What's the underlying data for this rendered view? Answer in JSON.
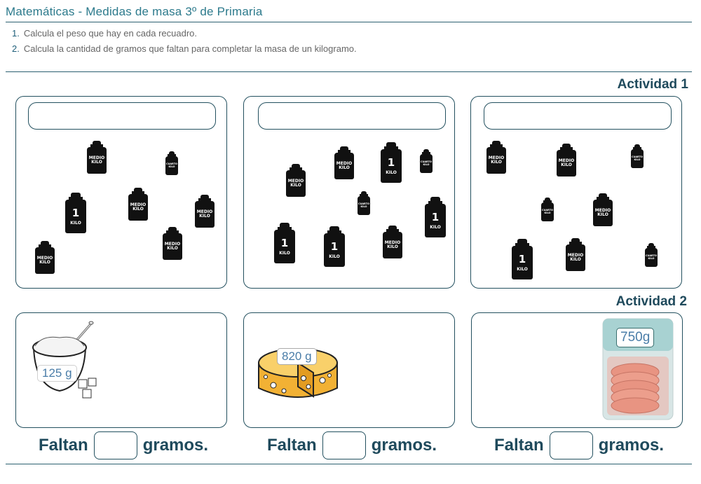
{
  "header": {
    "title": "Matemáticas - Medidas de masa  3º de Primaria"
  },
  "instructions": [
    {
      "num": "1.",
      "text": "Calcula el peso que hay en cada recuadro."
    },
    {
      "num": "2.",
      "text": "Calcula la cantidad de gramos que faltan para completar la masa de un kilogramo."
    }
  ],
  "activity1": {
    "heading": "Actividad 1",
    "weight_text": {
      "kilo_number": "1",
      "kilo_unit": "KILO",
      "medio": "MEDIO KILO",
      "cuarto": "CUARTO KILO"
    },
    "panels": [
      {
        "name": "panel-1",
        "answer": ""
      },
      {
        "name": "panel-2",
        "answer": ""
      },
      {
        "name": "panel-3",
        "answer": ""
      }
    ]
  },
  "activity2": {
    "heading": "Actividad 2",
    "items": [
      {
        "label": "125 g",
        "icon": "sugar-bowl-icon"
      },
      {
        "label": "820 g",
        "icon": "cheese-icon"
      },
      {
        "label": "750g",
        "icon": "ham-package-icon"
      }
    ],
    "faltan": "Faltan",
    "gramos": "gramos."
  }
}
